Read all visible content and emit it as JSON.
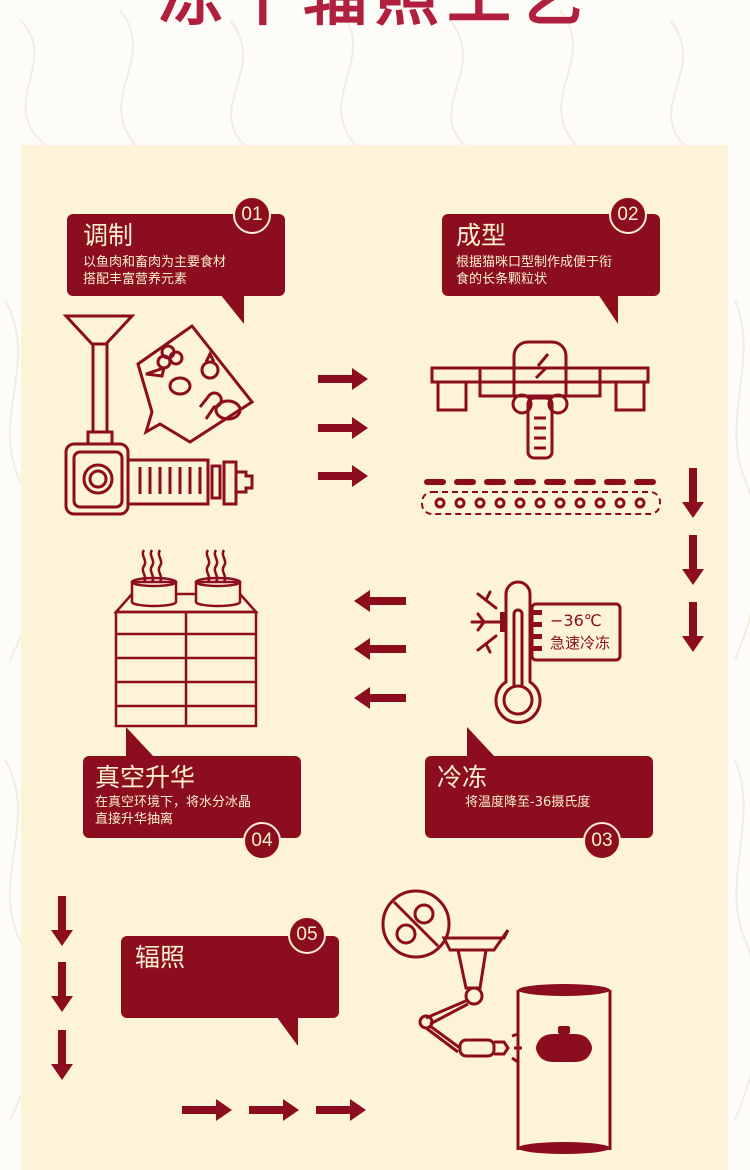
{
  "page": {
    "title": "冻干辐照工艺",
    "colors": {
      "accent": "#8b0d1e",
      "title": "#b0203e",
      "panel": "#fdf3d8",
      "bubble_text": "#fcefd2",
      "background": "#fdfcf8"
    }
  },
  "steps": [
    {
      "number": "01",
      "title": "调制",
      "description_lines": [
        "以鱼肉和畜肉为主要食材",
        "搭配丰富营养元素"
      ],
      "icon": "grinder-with-ingredients-icon"
    },
    {
      "number": "02",
      "title": "成型",
      "description_lines": [
        "根据猫咪口型制作成便于衔",
        "食的长条颗粒状"
      ],
      "icon": "molding-machine-conveyor-icon"
    },
    {
      "number": "03",
      "title": "冷冻",
      "description_lines": [
        "将温度降至-36摄氏度"
      ],
      "icon": "thermometer-snowflake-icon",
      "icon_label_temp": "−36℃",
      "icon_label_text": "急速冷冻"
    },
    {
      "number": "04",
      "title": "真空升华",
      "description_lines": [
        "在真空环境下，将水分冰晶",
        "直接升华抽离"
      ],
      "icon": "vacuum-dryer-trays-icon"
    },
    {
      "number": "05",
      "title": "辐照",
      "description_lines": [],
      "icon": "robot-arm-irradiation-icon"
    }
  ],
  "flow_arrows": {
    "step1_to_step2": "right-arrows",
    "step2_to_step3": "down-arrows",
    "step3_to_step4": "left-arrows",
    "step4_to_step5": "down-arrows",
    "after_step5": "right-arrows"
  }
}
